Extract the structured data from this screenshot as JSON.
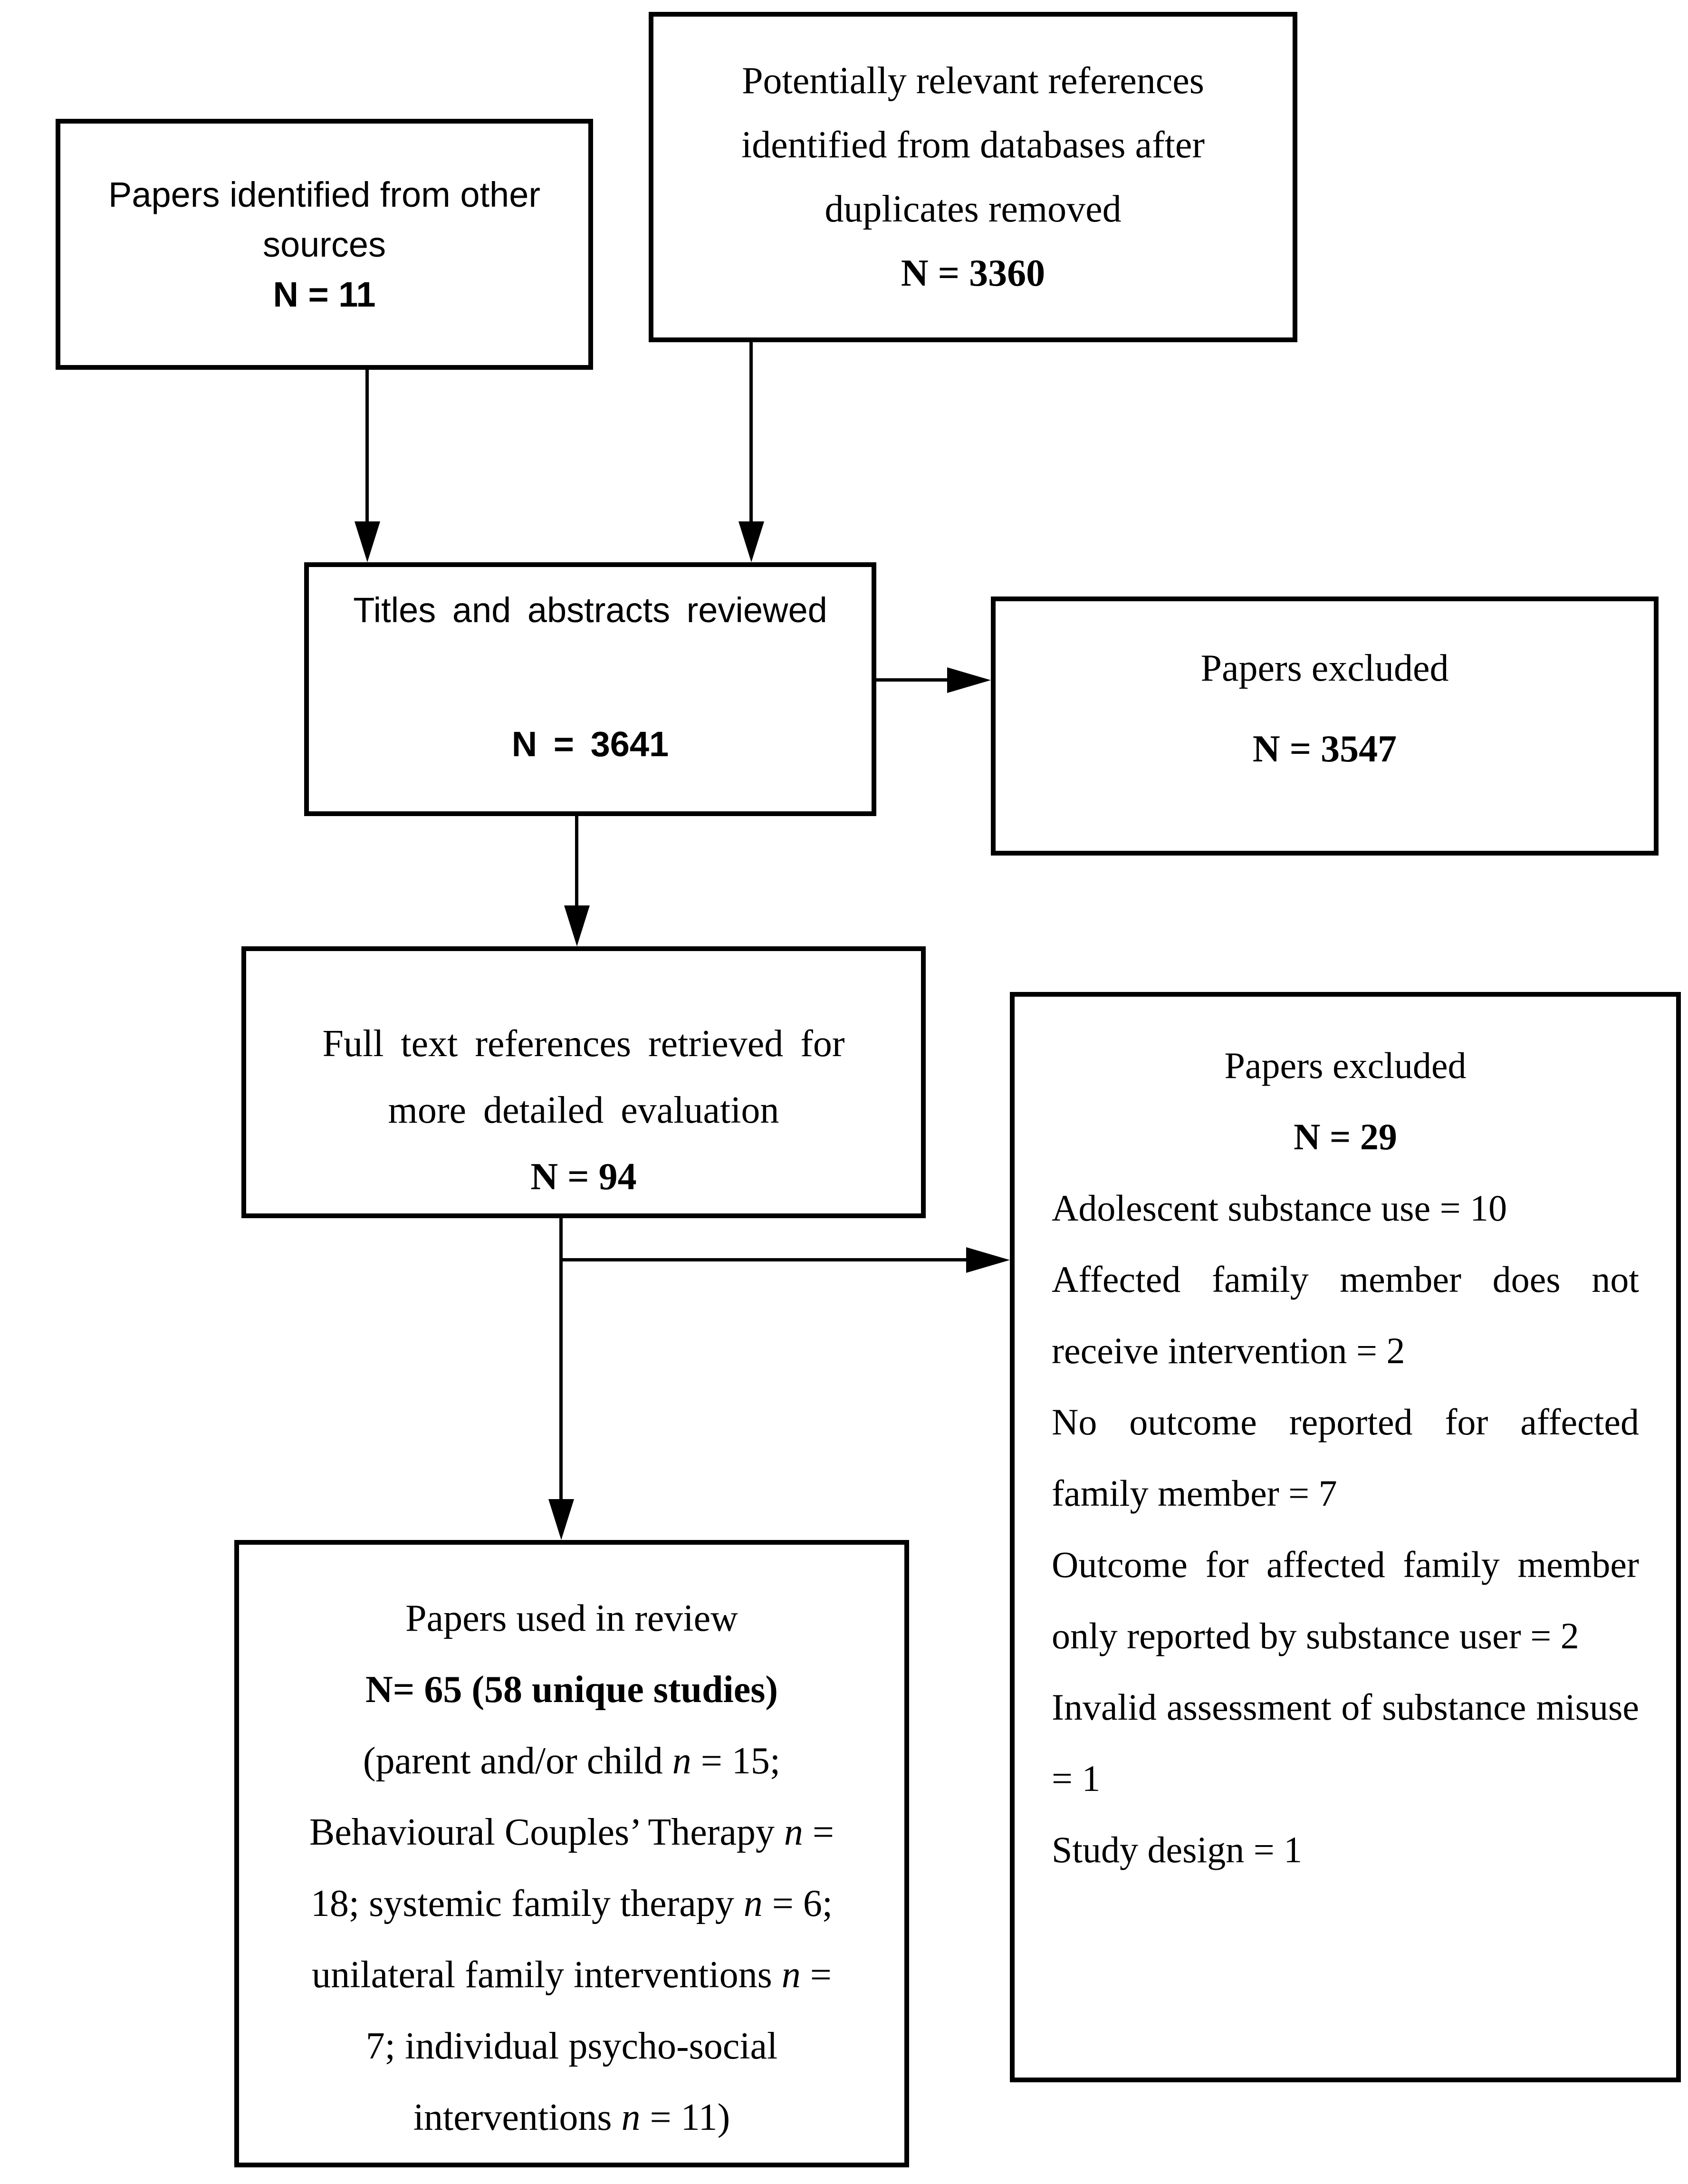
{
  "diagram": {
    "background": "#ffffff",
    "stroke": "#000000",
    "boxes": {
      "other_sources": {
        "lines": [
          {
            "text": "Papers identified from other"
          },
          {
            "text": "sources"
          },
          {
            "text": "N = 11",
            "bold": true
          }
        ]
      },
      "databases": {
        "lines": [
          {
            "text": "Potentially relevant references"
          },
          {
            "text": "identified from databases after"
          },
          {
            "text": "duplicates removed"
          },
          {
            "text": "N = 3360",
            "bold": true
          }
        ]
      },
      "titles_abstracts": {
        "lines": [
          {
            "text": "Titles and abstracts reviewed"
          },
          {
            "text": "N = 3641",
            "bold": true
          }
        ]
      },
      "excluded_titles": {
        "lines": [
          {
            "text": "Papers excluded"
          },
          {
            "text": "N = 3547",
            "bold": true
          }
        ]
      },
      "full_text": {
        "lines": [
          {
            "text": "Full text references retrieved for"
          },
          {
            "text": "more detailed evaluation"
          },
          {
            "text": "N = 94",
            "bold": true
          }
        ]
      },
      "excluded_full_text": {
        "lines": [
          {
            "text": "Papers excluded",
            "align": "center"
          },
          {
            "text": "N = 29",
            "bold": true,
            "align": "center"
          },
          {
            "text": "Adolescent substance use = 10",
            "align": "justify"
          },
          {
            "text": "Affected family member does not receive intervention = 2",
            "align": "justify"
          },
          {
            "text": "No outcome reported for affected family member = 7",
            "align": "justify"
          },
          {
            "text": "Outcome for affected family member only reported by substance user = 2",
            "align": "justify"
          },
          {
            "text": "Invalid assessment of substance misuse = 1",
            "align": "justify"
          },
          {
            "text": "Study design = 1",
            "align": "justify"
          }
        ]
      },
      "used_in_review": {
        "lines": [
          {
            "text": "Papers used in review"
          },
          {
            "text": "N= 65 (58 unique studies)",
            "bold": true
          },
          {
            "text": "(parent and/or child n = 15;"
          },
          {
            "text": "Behavioural Couples’ Therapy n ="
          },
          {
            "text": "18; systemic family therapy n = 6;"
          },
          {
            "text": "unilateral family interventions n ="
          },
          {
            "text": "7; individual psycho-social"
          },
          {
            "text": "interventions n = 11)"
          }
        ]
      }
    },
    "edges": [
      {
        "from": "other_sources",
        "to": "titles_abstracts"
      },
      {
        "from": "databases",
        "to": "titles_abstracts"
      },
      {
        "from": "titles_abstracts",
        "to": "excluded_titles"
      },
      {
        "from": "titles_abstracts",
        "to": "full_text"
      },
      {
        "from": "full_text",
        "to": "excluded_full_text"
      },
      {
        "from": "full_text",
        "to": "used_in_review"
      }
    ]
  }
}
